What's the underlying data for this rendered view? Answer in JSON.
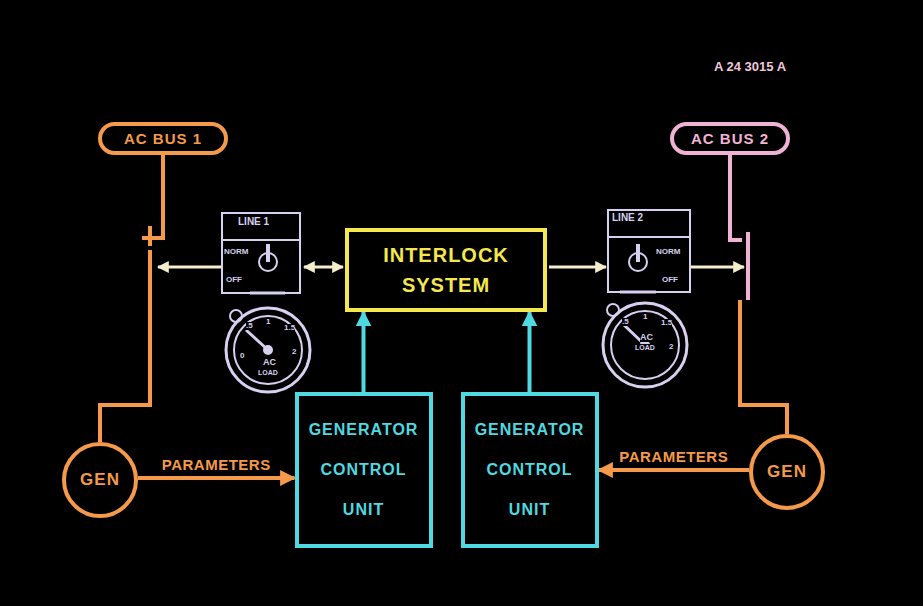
{
  "diagram": {
    "nodes": [
      {
        "text": [
          "AC BUS 1"
        ]
      },
      {
        "text": [
          "AC BUS 2"
        ]
      },
      {
        "text": [
          "INTERLOCK SYSTEM"
        ]
      },
      {
        "text": [
          "GENERATOR CONTROL UNIT"
        ]
      },
      {
        "text": [
          "GENERATOR CONTROL UNIT"
        ]
      },
      {
        "text": [
          "GEN"
        ]
      },
      {
        "text": [
          "GEN"
        ]
      }
    ],
    "edges": [
      {
        "from": 5,
        "to": 0,
        "arrow": "none"
      },
      {
        "from": 6,
        "to": 1,
        "arrow": "none"
      },
      {
        "from": 3,
        "to": 2,
        "arrow": "to"
      },
      {
        "from": 4,
        "to": 2,
        "arrow": "to"
      },
      {
        "from": 5,
        "to": 3,
        "label": "PARAMETERS",
        "arrow": "to"
      },
      {
        "from": 6,
        "to": 4,
        "label": "PARAMETERS",
        "arrow": "to"
      }
    ],
    "labels": [
      "A 24 3015 A",
      "LINE 1",
      "NORM",
      "OFF",
      ".5",
      "1",
      "1.5",
      "2",
      "0",
      "AC",
      "LOAD",
      "LINE 2",
      "NORM",
      "OFF",
      ".5",
      "1",
      "1.5",
      "2",
      "AC",
      "LOAD"
    ]
  }
}
